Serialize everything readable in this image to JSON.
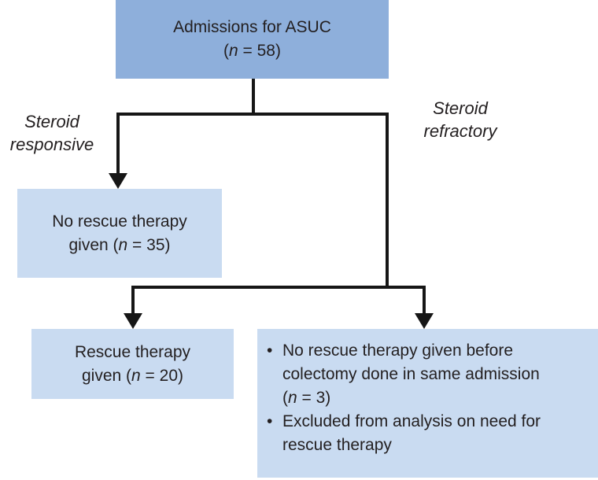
{
  "figure": {
    "type": "flowchart",
    "description": "ASUC admissions rescue-therapy flow diagram"
  },
  "colors": {
    "box-primary": "#8EAFDB",
    "box-secondary": "#C9DBF1",
    "line": "#161616",
    "text": "#231F20"
  },
  "nodes": {
    "admissions": {
      "line1": "Admissions for ASUC",
      "n_pre": "(",
      "n": "n",
      "n_post": " = 58)"
    },
    "no_rescue": {
      "line1": "No rescue therapy",
      "n_pre": "given (",
      "n": "n",
      "n_post": " = 35)"
    },
    "rescue_given": {
      "line1": "Rescue therapy",
      "n_pre": "given (",
      "n": "n",
      "n_post": " = 20)"
    },
    "excluded": {
      "bullet": "•",
      "item1": {
        "line1": "No rescue therapy given before",
        "line2": "colectomy done in same admission",
        "n_pre": "(",
        "n": "n",
        "n_post": " = 3)"
      },
      "item2": {
        "line1": "Excluded from analysis on need for",
        "line2": "rescue therapy"
      }
    }
  },
  "branch_labels": {
    "responsive": {
      "line1": "Steroid",
      "line2": "responsive"
    },
    "refractory": {
      "line1": "Steroid",
      "line2": "refractory"
    }
  }
}
